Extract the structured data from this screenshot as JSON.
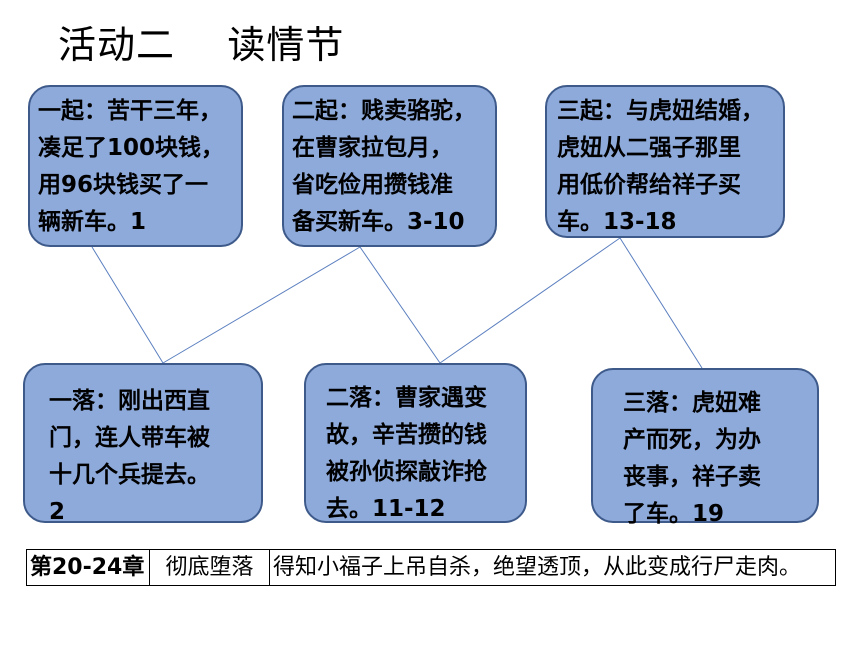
{
  "title": "活动二    读情节",
  "rises": [
    {
      "text": "一起：苦干三年，\n凑足了100块钱，\n用96块钱买了一\n辆新车。1"
    },
    {
      "text": "二起：贱卖骆驼，\n在曹家拉包月，\n省吃俭用攒钱准\n备买新车。3-10"
    },
    {
      "text": "三起：与虎妞结婚，\n虎妞从二强子那里\n用低价帮给祥子买\n车。13-18"
    }
  ],
  "falls": [
    {
      "text": "一落：刚出西直\n门，连人带车被\n十几个兵提去。\n2"
    },
    {
      "text": "二落：曹家遇变\n故，辛苦攒的钱\n被孙侦探敲诈抢\n去。11-12"
    },
    {
      "text": "三落：虎妞难\n产而死，为办\n丧事，祥子卖\n了车。19"
    }
  ],
  "table": {
    "chapter": "第20-24章",
    "stage": "彻底堕落",
    "description": "得知小福子上吊自杀，绝望透顶，从此变成行尸走肉。"
  },
  "colors": {
    "box_fill": "#8eaadb",
    "box_border": "#3d5a8a",
    "connector": "#5b7fbf"
  }
}
